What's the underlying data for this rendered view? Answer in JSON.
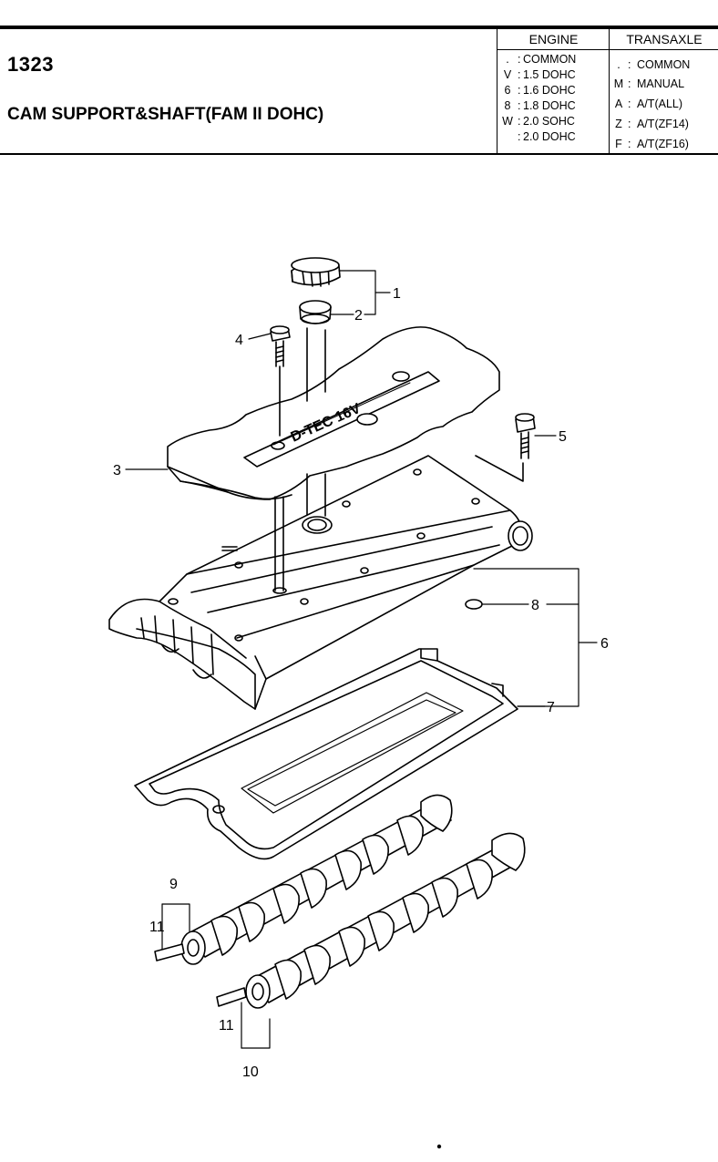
{
  "header": {
    "page_number": "1323",
    "title": "CAM SUPPORT&SHAFT(FAM II DOHC)"
  },
  "engine_legend": {
    "heading": "ENGINE",
    "rows": [
      {
        "code": ".",
        "text": "COMMON"
      },
      {
        "code": "V",
        "text": "1.5 DOHC"
      },
      {
        "code": "6",
        "text": "1.6 DOHC"
      },
      {
        "code": "8",
        "text": "1.8 DOHC"
      },
      {
        "code": "W",
        "text": "2.0 SOHC"
      },
      {
        "code": "",
        "text": "2.0 DOHC"
      }
    ]
  },
  "transaxle_legend": {
    "heading": "TRANSAXLE",
    "rows": [
      {
        "code": ".",
        "text": "COMMON"
      },
      {
        "code": "M",
        "text": "MANUAL"
      },
      {
        "code": "A",
        "text": "A/T(ALL)"
      },
      {
        "code": "Z",
        "text": "A/T(ZF14)"
      },
      {
        "code": "F",
        "text": "A/T(ZF16)"
      }
    ]
  },
  "diagram": {
    "cover_logo_text": "D-TEC 16V",
    "callouts": {
      "oil_cap": "1",
      "cap_seal": "2",
      "cam_cover": "3",
      "cover_bolt": "4",
      "housing_bolt": "5",
      "cam_housing": "6",
      "gasket": "7",
      "o_ring": "8",
      "camshaft_upper": "9",
      "camshaft_lower": "10",
      "dowel_pin_upper": "11",
      "dowel_pin_lower": "11"
    }
  }
}
